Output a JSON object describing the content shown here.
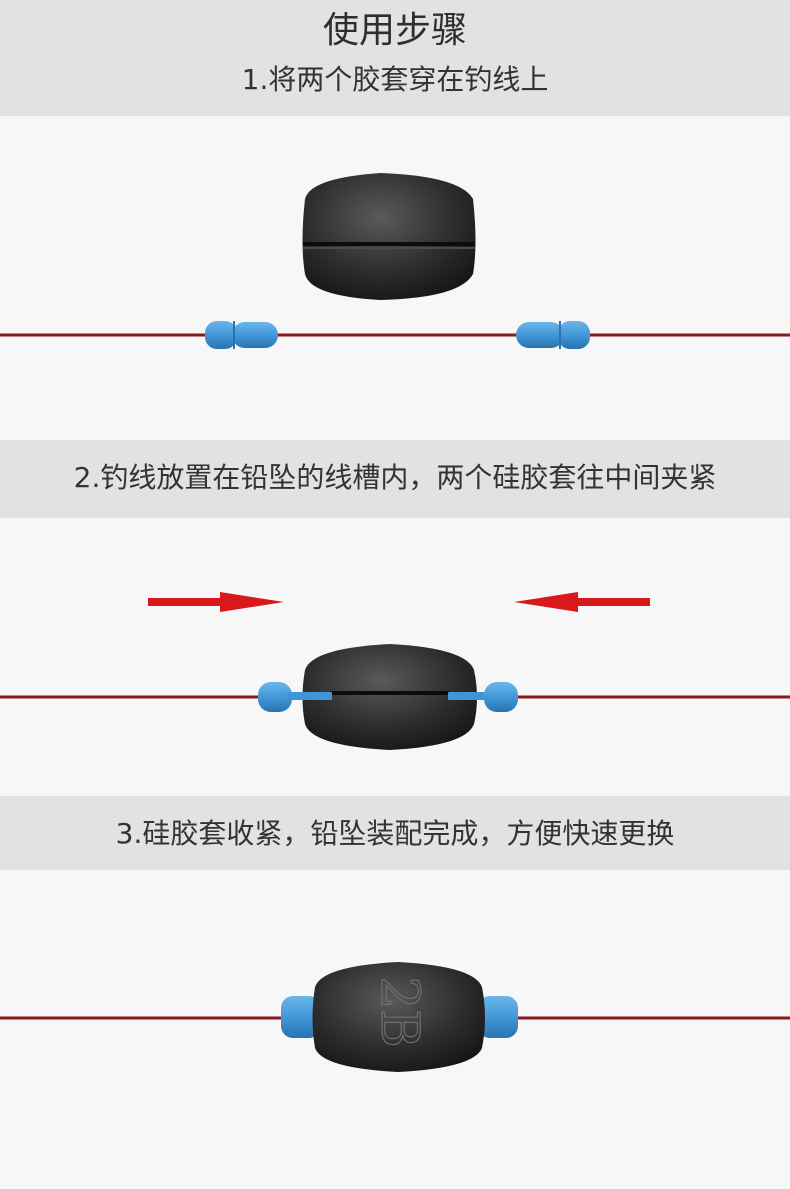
{
  "header": {
    "title": "使用步骤",
    "step1": "1.将两个胶套穿在钓线上"
  },
  "steps": {
    "step2": "2.钓线放置在铅坠的线槽内，两个硅胶套往中间夹紧",
    "step3": "3.硅胶套收紧，铅坠装配完成，方便快速更换"
  },
  "sinker_marking": "2B",
  "colors": {
    "line": "#8a1a1a",
    "sleeve": "#3f95d6",
    "sinker": "#2c2c2c",
    "arrow": "#d9181b",
    "band": "#e2e2e2",
    "panel": "#f7f7f7"
  }
}
